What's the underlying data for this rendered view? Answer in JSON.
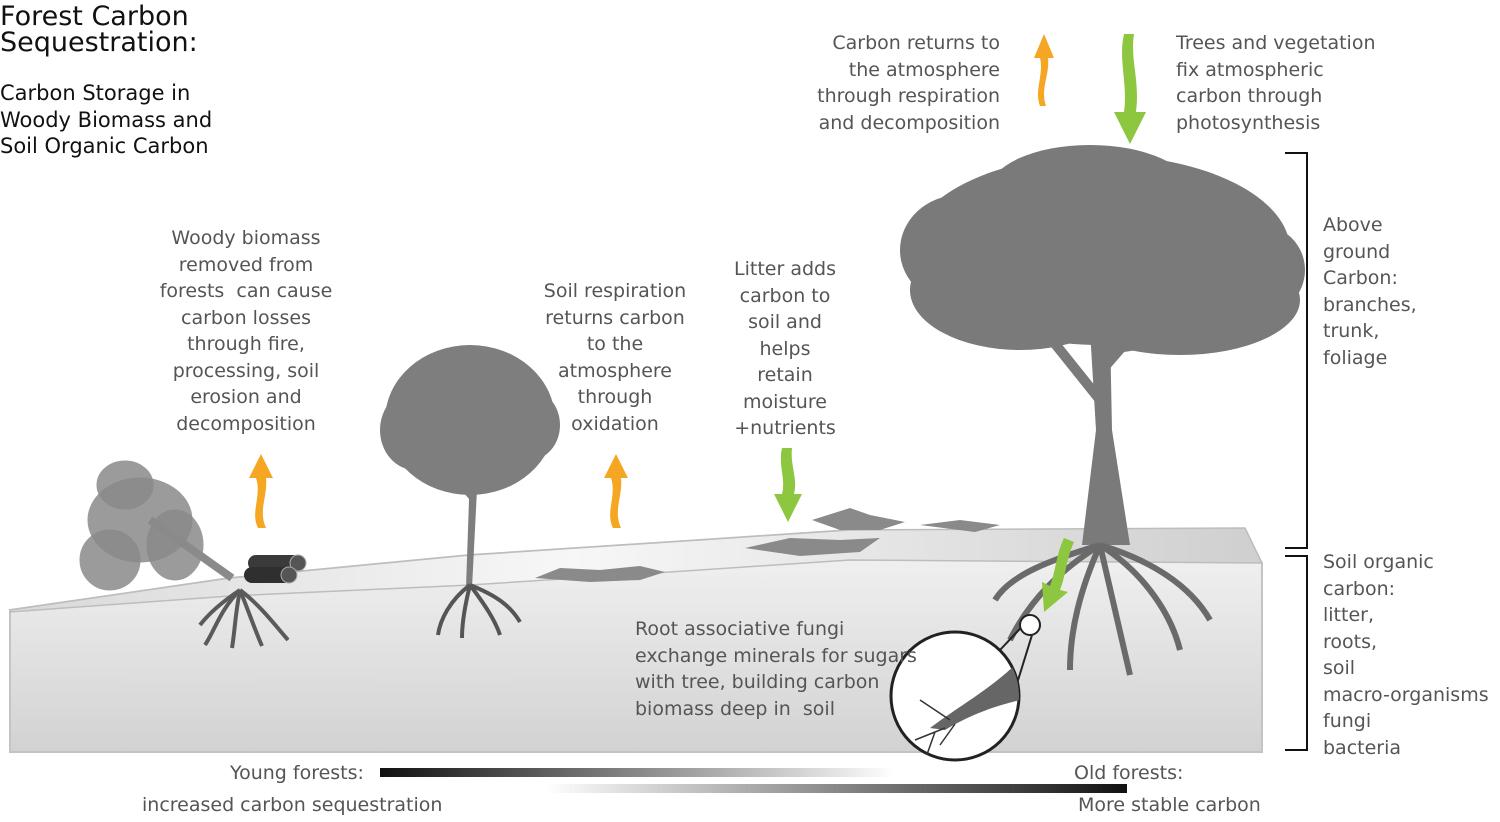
{
  "title": "Forest Carbon\nSequestration:",
  "subtitle": "Carbon Storage in\nWoody Biomass and\nSoil Organic Carbon",
  "labels": {
    "carbon_returns": "Carbon returns to\nthe atmosphere\nthrough respiration\nand decomposition",
    "photosynthesis": "Trees and vegetation\nfix atmospheric\ncarbon through\nphotosynthesis",
    "woody_biomass": "Woody biomass\nremoved from\nforests  can cause\ncarbon losses\nthrough fire,\nprocessing, soil\nerosion and\ndecomposition",
    "soil_respiration": "Soil respiration\nreturns carbon\nto the\natmosphere\nthrough\noxidation",
    "litter": "Litter adds\ncarbon to\nsoil and\nhelps\nretain\nmoisture\n+nutrients",
    "above_ground": "Above\nground\nCarbon:\nbranches,\ntrunk,\nfoliage",
    "soil_organic": "Soil organic\ncarbon:\nlitter,\nroots,\nsoil\nmacro-organisms\nfungi\nbacteria",
    "fungi": "Root associative fungi\nexchange minerals for sugars\nwith tree, building carbon\nbiomass deep in  soil",
    "young_forests": "Young forests:",
    "young_desc": "increased carbon sequestration",
    "old_forests": "Old forests:",
    "old_desc": "More stable carbon"
  },
  "colors": {
    "release_arrow": "#F5A623",
    "uptake_arrow": "#8DC63F",
    "silhouette": "#7a7a7a",
    "text": "#555555"
  }
}
